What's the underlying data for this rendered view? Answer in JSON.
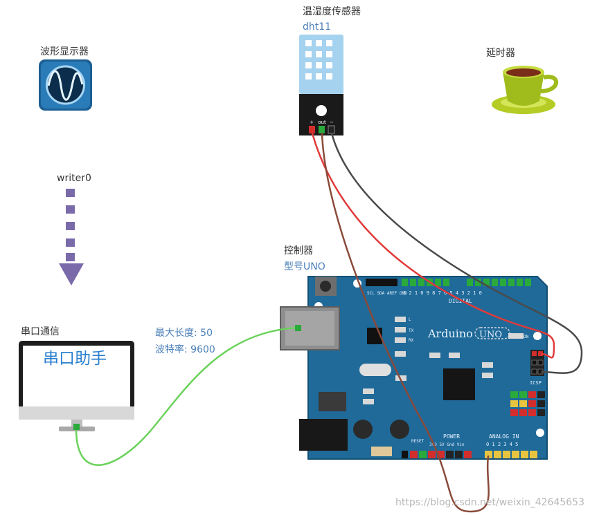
{
  "oscilloscope": {
    "label": "波形显示器",
    "icon": "oscilloscope-icon"
  },
  "sensor": {
    "label": "温湿度传感器",
    "model": "dht11",
    "pins": [
      "+",
      "out",
      "−"
    ]
  },
  "delay": {
    "label": "延时器",
    "icon": "teacup-icon"
  },
  "writer": {
    "label": "writer0"
  },
  "serial_monitor": {
    "label": "串口通信",
    "screen_text": "串口助手"
  },
  "serial_params": {
    "max_length": "最大长度: 50",
    "baud_rate": "波特率: 9600"
  },
  "controller": {
    "label": "控制器",
    "model": "型号UNO"
  },
  "board": {
    "brand": "Arduino",
    "model": "UNO",
    "digital": "DIGITAL",
    "power": "POWER",
    "analog": "ANALOG IN",
    "icsp": "ICSP",
    "on": "ON",
    "tx": "TX",
    "rx": "RX",
    "l": "L",
    "reset": "RESET",
    "power_pins": "3V3  5V  Gnd  Vin",
    "analog_pins": "0  1  2  3  4  5",
    "digital_top": "3 2 1 0 9 8    7 6 5 4 3 2 1 0",
    "left_pins": "SCL SDA AREF GND"
  },
  "watermark": "https://blog.csdn.net/weixin_42645653",
  "colors": {
    "wire_red": "#e03a3a",
    "wire_dark": "#4a4a4a",
    "wire_green": "#6ad25a",
    "wire_brown": "#8a4a3a",
    "board": "#1f6a99",
    "arrow": "#7a6aaa"
  }
}
